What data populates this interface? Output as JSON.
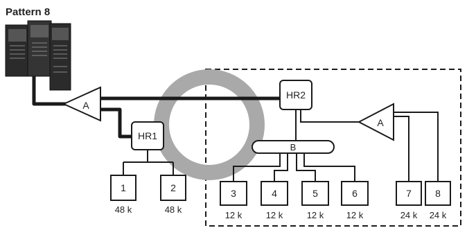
{
  "title": "Pattern 8",
  "branch_a_left": "A",
  "branch_a_right": "A",
  "hr1": "HR1",
  "hr2": "HR2",
  "header_b": "B",
  "units": [
    {
      "id": "1",
      "cap": "48 k"
    },
    {
      "id": "2",
      "cap": "48 k"
    },
    {
      "id": "3",
      "cap": "12 k"
    },
    {
      "id": "4",
      "cap": "12 k"
    },
    {
      "id": "5",
      "cap": "12 k"
    },
    {
      "id": "6",
      "cap": "12 k"
    },
    {
      "id": "7",
      "cap": "24 k"
    },
    {
      "id": "8",
      "cap": "24 k"
    }
  ],
  "colors": {
    "line": "#1a1a1a",
    "ring": "#a9a9a9",
    "outdoor": "#2b2b2b"
  }
}
